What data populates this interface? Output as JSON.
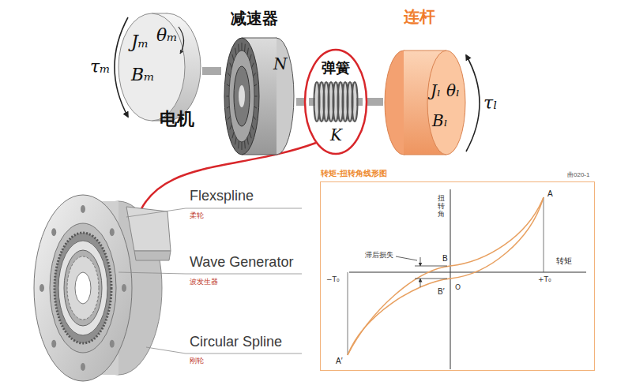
{
  "diagram": {
    "nodes": [
      {
        "text": [
          "Jₘ",
          "θₘ",
          "Bₘ",
          "电机"
        ]
      },
      {
        "text": [
          "减速器",
          "N"
        ]
      },
      {
        "text": [
          "弹簧",
          "K"
        ]
      },
      {
        "text": [
          "连杆",
          "Jₗ",
          "θₗ",
          "Bₗ"
        ]
      },
      {
        "text": [
          "转矩-扭转角线形图"
        ]
      }
    ],
    "edges": [
      {
        "from": 0,
        "to": 1,
        "arrow": "none"
      },
      {
        "from": 1,
        "to": 2,
        "arrow": "none"
      },
      {
        "from": 2,
        "to": 3,
        "arrow": "none"
      }
    ],
    "labels": [
      "τₘ",
      "τₗ",
      "Flexspline",
      "柔轮",
      "Wave Generator",
      "波发生器",
      "Circular Spline",
      "刚轮",
      "曲020-1",
      "扭转角",
      "滞后损失",
      "B",
      "B′",
      "O",
      "转矩",
      "−T₀",
      "+T₀",
      "A",
      "A′"
    ]
  }
}
